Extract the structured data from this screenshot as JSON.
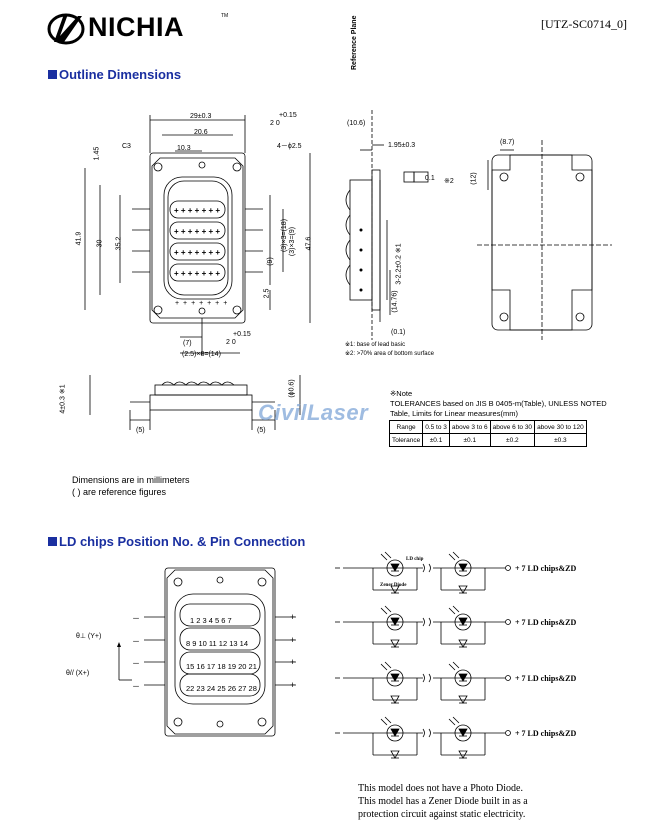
{
  "header": {
    "brand": "NICHIA",
    "trademark": "TM",
    "doc_id": "[UTZ-SC0714_0]"
  },
  "outline": {
    "title": "Outline Dimensions",
    "top_view": {
      "width_total": "29±0.3",
      "width_inner": "20.6",
      "width_pin": "10.3",
      "corner": "C3",
      "hole_center_tol": "+0.15",
      "hole_center_dia": "2  0",
      "hole_corner": "4－ϕ2.5",
      "height_left": "1.45",
      "height_total": "41.9",
      "height_mid": "30",
      "height_inner": "35.2",
      "height_right": "47.6",
      "pitch_v": "(9)",
      "pitch_v2": "(3)×3=(9)",
      "pitch_v3": "(3)×3=(18)",
      "offset_25": "2.5",
      "bottom_7": "(7)",
      "bottom_pitch": "(2.5)×8=(14)",
      "bottom_tol": "+0.15",
      "bottom_dia": "2  0"
    },
    "side_view": {
      "ref_plane": "Reference Plane",
      "dim_10_6": "(10.6)",
      "dim_1_95": "1.95±0.3",
      "flatness_value": "0.1",
      "flatness_mark": "※2",
      "pitch_pins": "3-2.2±0.2 ※1",
      "dim_14_76": "(14.76)",
      "dim_0_1": "(0.1)"
    },
    "back_view": {
      "dim_8_7": "(8.7)",
      "dim_12": "(12)"
    },
    "front_view": {
      "dim_left": "4±0.3 ※1",
      "dim_right": "(ϕ0.6)",
      "dim_5_left": "(5)",
      "dim_5_right": "(5)"
    },
    "footnotes": [
      "※1: base of lead basic",
      "※2: >70% area of bottom surface"
    ],
    "note_title": "※Note",
    "note_line1": "TOLERANCES based on JIS B 0405-m(Table), UNLESS NOTED",
    "note_line2": "Table, Limits for Linear measures(mm)",
    "table": {
      "header": [
        "Range",
        "0.5 to 3",
        "above 3 to 6",
        "above 6 to 30",
        "above 30 to 120"
      ],
      "row": [
        "Tolerance",
        "±0.1",
        "±0.1",
        "±0.2",
        "±0.3"
      ]
    },
    "watermark": "CivilLaser",
    "units_line1": "Dimensions are in millimeters",
    "units_line2": "( ) are reference figures"
  },
  "chips": {
    "title": "LD chips Position No. & Pin Connection",
    "rows": [
      "1 2 3 4 5 6 7",
      "8  9 10 11 12 13 14",
      "15 16 17 18 19 20 21",
      "22 23 24 25 26 27 28"
    ],
    "theta_perp": "θ⊥ (Y+)",
    "theta_par": "θ// (X+)",
    "minus": "－",
    "plus": "+",
    "ld_chip_label": "LD chip",
    "zener_label": "Zener Diode",
    "circuit_rows": [
      "+  7 LD chips&ZD",
      "+  7 LD chips&ZD",
      "+  7 LD chips&ZD",
      "+  7 LD chips&ZD"
    ],
    "note1": "This model does not have a Photo Diode.",
    "note2": "This model has a Zener Diode built in as a",
    "note3": "protection circuit against static electricity."
  }
}
